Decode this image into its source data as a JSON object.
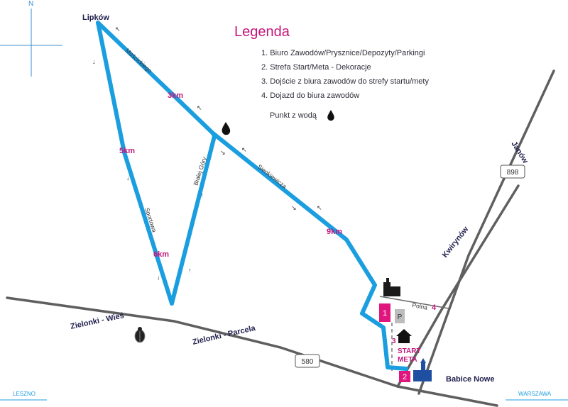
{
  "compass": {
    "north": "N"
  },
  "legend": {
    "title": "Legenda",
    "items": [
      "1. Biuro Zawodów/Prysznice/Depozyty/Parkingi",
      "2. Strefa Start/Meta - Dekoracje",
      "3. Dojście z biura zawodów do strefy startu/mety",
      "4. Dojazd do biura zawodów"
    ],
    "water_label": "Punkt z wodą"
  },
  "places": {
    "lipkow": "Lipków",
    "janow": "Janów",
    "kwirynow": "Kwirynów",
    "zielonki_wies": "Zielonki - Wieś",
    "zielonki_parcela": "Zielonki - Parcela",
    "babice_nowe": "Babice Nowe"
  },
  "streets": {
    "moscickiego": "Mościckiego",
    "sienkiewicza": "Sienkiewicza",
    "bialej_gory": "Białej Góry",
    "sportowa": "Sportowa",
    "polna": "Polna"
  },
  "road_numbers": {
    "r898": "898",
    "r580": "580"
  },
  "distance_markers": {
    "km3": "3km",
    "km5": "5km",
    "km6": "6km",
    "km9": "9km"
  },
  "markers": {
    "m1": "1",
    "m2": "2",
    "m3": "3",
    "m4": "4",
    "parking": "P",
    "start": "START",
    "meta": "META"
  },
  "directions": {
    "west": "LESZNO",
    "east": "WARSZAWA"
  },
  "colors": {
    "route": "#1b9ee0",
    "road": "#5f5f5f",
    "accent": "#c4187c",
    "text_dark": "#1f1f4d"
  }
}
